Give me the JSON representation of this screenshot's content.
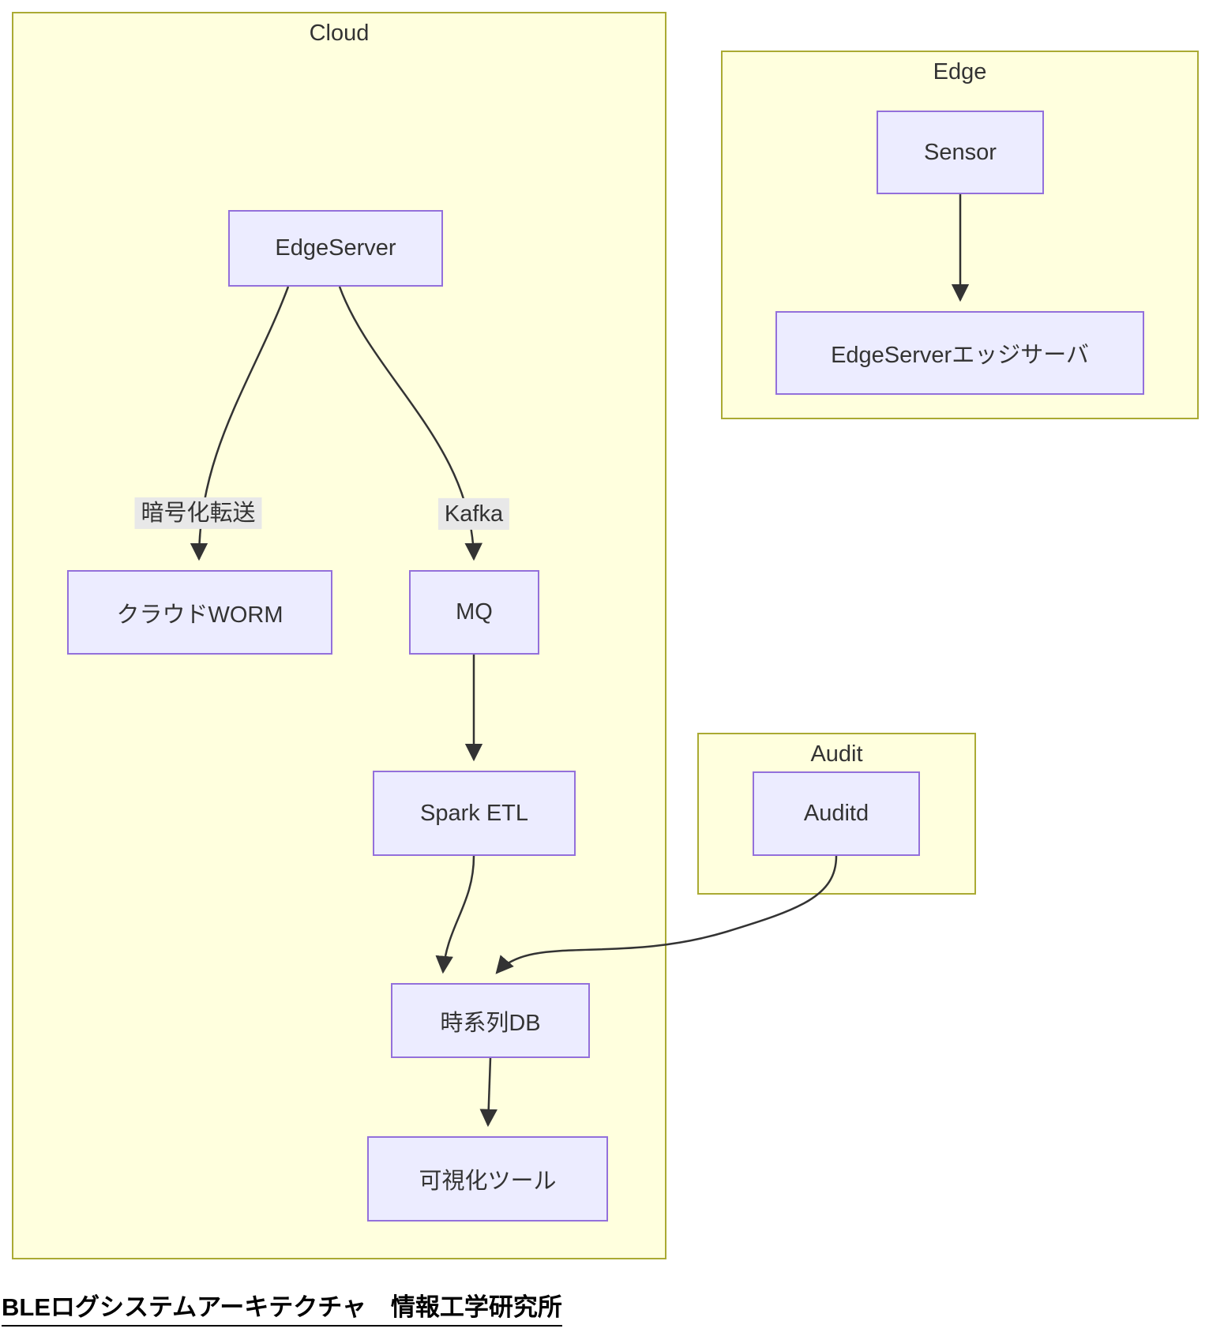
{
  "caption": "BLEログシステムアーキテクチャ　情報工学研究所",
  "diagram": {
    "type": "flowchart",
    "clusters": [
      {
        "id": "cloud",
        "label": "Cloud"
      },
      {
        "id": "edge",
        "label": "Edge"
      },
      {
        "id": "audit",
        "label": "Audit"
      }
    ],
    "nodes": [
      {
        "id": "edgeserver",
        "label": "EdgeServer",
        "cluster": "Cloud"
      },
      {
        "id": "cloud-worm",
        "label": "クラウドWORM",
        "cluster": "Cloud"
      },
      {
        "id": "mq",
        "label": "MQ",
        "cluster": "Cloud"
      },
      {
        "id": "spark-etl",
        "label": "Spark ETL",
        "cluster": "Cloud"
      },
      {
        "id": "tsdb",
        "label": "時系列DB",
        "cluster": "Cloud"
      },
      {
        "id": "viz-tool",
        "label": "可視化ツール",
        "cluster": "Cloud"
      },
      {
        "id": "sensor",
        "label": "Sensor",
        "cluster": "Edge"
      },
      {
        "id": "edgeserver-edge",
        "label": "EdgeServerエッジサーバ",
        "cluster": "Edge"
      },
      {
        "id": "auditd",
        "label": "Auditd",
        "cluster": "Audit"
      }
    ],
    "edges": [
      {
        "from": "EdgeServer",
        "to": "クラウドWORM",
        "label": "暗号化転送"
      },
      {
        "from": "EdgeServer",
        "to": "MQ",
        "label": "Kafka"
      },
      {
        "from": "MQ",
        "to": "Spark ETL",
        "label": ""
      },
      {
        "from": "Spark ETL",
        "to": "時系列DB",
        "label": ""
      },
      {
        "from": "Auditd",
        "to": "時系列DB",
        "label": ""
      },
      {
        "from": "時系列DB",
        "to": "可視化ツール",
        "label": ""
      },
      {
        "from": "Sensor",
        "to": "EdgeServerエッジサーバ",
        "label": ""
      }
    ],
    "colors": {
      "cluster_fill": "#ffffde",
      "cluster_border": "#aaaa33",
      "node_fill": "#ececff",
      "node_border": "#9370db",
      "edge_line": "#333333",
      "edge_label_bg": "#e8e8e8",
      "text": "#333333"
    }
  }
}
